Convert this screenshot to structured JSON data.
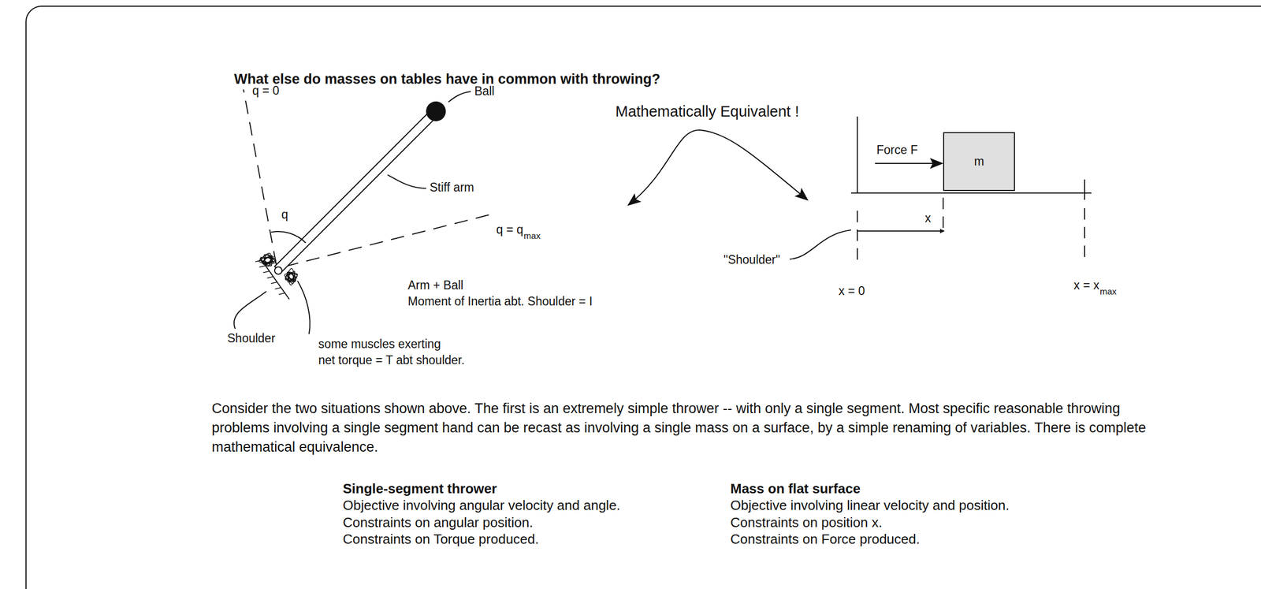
{
  "diagram": {
    "title": "What else do masses on tables have in common with throwing?",
    "nodes": [
      {
        "text": [
          "m"
        ]
      }
    ],
    "labels": [
      "q = 0",
      "Ball",
      "Mathematically Equivalent !",
      "Force F",
      "Stiff arm",
      "q",
      "x",
      "q = q",
      "max",
      "\"Shoulder\"",
      "Arm + Ball",
      "Moment of Inertia abt. Shoulder = I",
      "x = x",
      "max",
      "x = 0",
      "Shoulder",
      "some muscles exerting",
      "net torque = T abt shoulder.",
      "Consider the two situations shown above. The first is an extremely simple thrower -- with only a single segment. Most specific reasonable throwing problems involving a single segment hand can be recast as involving a single mass on a surface, by a simple renaming of variables. There is complete mathematical equivalence.",
      "Single-segment thrower",
      "Objective involving angular velocity and angle.",
      "Constraints on angular position.",
      "Constraints on Torque produced.",
      "Mass on flat surface",
      "Objective involving linear velocity and position.",
      "Constraints on position x.",
      "Constraints on Force produced."
    ]
  }
}
